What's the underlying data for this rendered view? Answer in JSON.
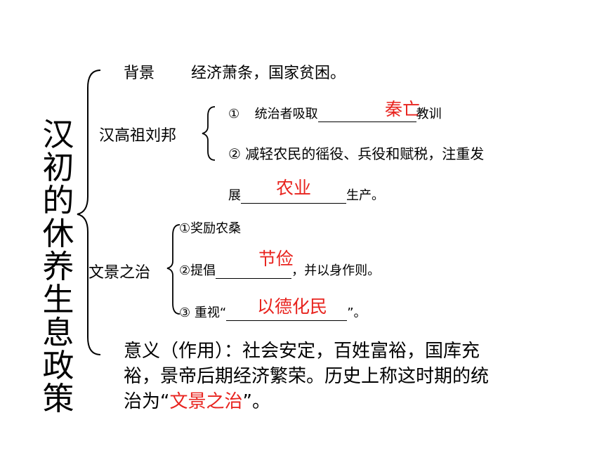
{
  "title": "汉初的休养生息政策",
  "background": {
    "label": "背景",
    "text": "经济萧条，国家贫困。"
  },
  "gaozu": {
    "label": "汉高祖刘邦",
    "item1": {
      "num": "①",
      "pre": "统治者吸取",
      "answer": "秦亡",
      "post": "教训"
    },
    "item2": {
      "num": "②",
      "line1": "减轻农民的徭役、兵役和赋税，注重发",
      "pre": "展",
      "answer": "农业",
      "post": "生产。"
    }
  },
  "wenjing": {
    "label": "文景之治",
    "item1": "①奖励农桑",
    "item2": {
      "pre": "②提倡",
      "answer": "节俭",
      "post": "，并以身作则。"
    },
    "item3": {
      "pre": "③ 重视“",
      "answer": "以德化民",
      "post": "”。"
    }
  },
  "meaning": {
    "prefix": "意义（作用）：社会安定，百姓富裕，国库充裕，景帝后期经济繁荣。历史上称这时期的统治为“",
    "highlight": "文景之治",
    "suffix": "”。"
  },
  "colors": {
    "answer": "#e8231e",
    "text": "#000000"
  }
}
